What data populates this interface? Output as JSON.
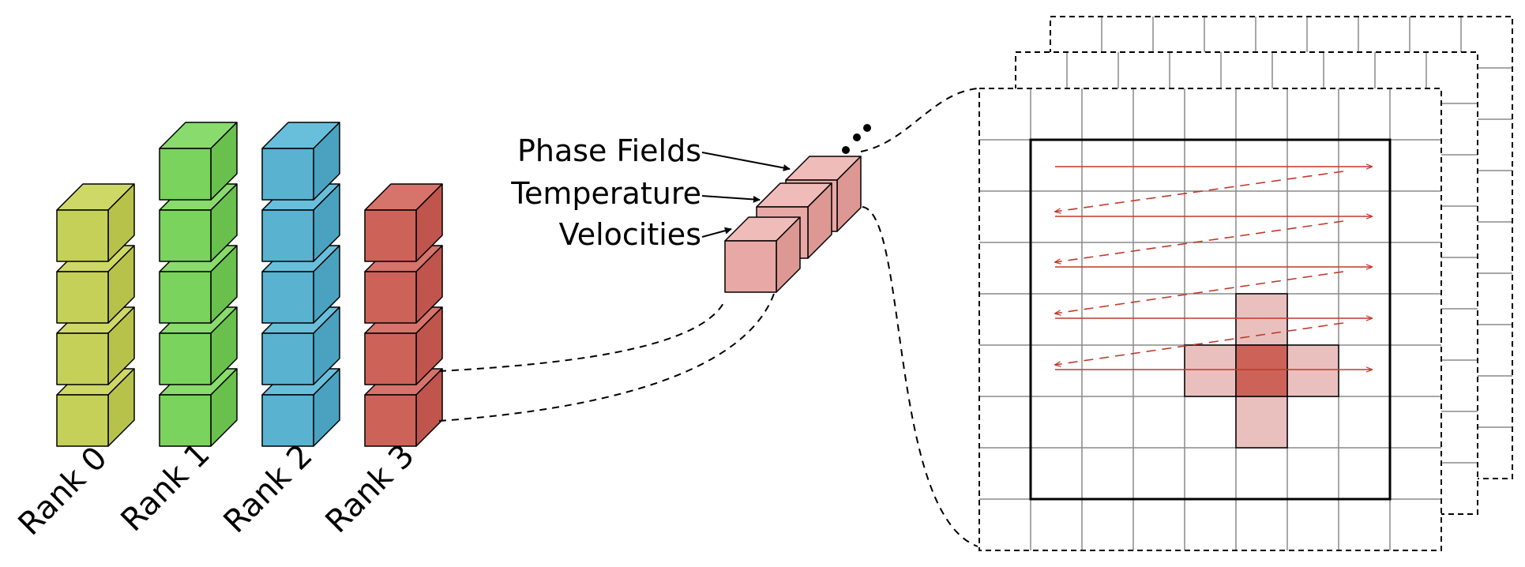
{
  "ranks": [
    {
      "label": "Rank 0",
      "cubes": 4,
      "color": {
        "front": "#c5d058",
        "top": "#ced866",
        "side": "#b7c24b"
      }
    },
    {
      "label": "Rank 1",
      "cubes": 5,
      "color": {
        "front": "#7ad35c",
        "top": "#88db6c",
        "side": "#69c04c"
      }
    },
    {
      "label": "Rank 2",
      "cubes": 5,
      "color": {
        "front": "#58b2d0",
        "top": "#68bfdb",
        "side": "#4aa2c0"
      }
    },
    {
      "label": "Rank 3",
      "cubes": 4,
      "color": {
        "front": "#cd6259",
        "top": "#d6736b",
        "side": "#bf554d"
      }
    }
  ],
  "fields": {
    "labels": [
      "Phase Fields",
      "Temperature",
      "Velocities"
    ],
    "color": {
      "front": "#e8a9a6",
      "top": "#efbcb9",
      "side": "#dd9894"
    }
  },
  "grid": {
    "scan_color": "#c0392b",
    "stencil_center_color": "#cd6259",
    "stencil_neighbor_color": "#eac0be"
  }
}
